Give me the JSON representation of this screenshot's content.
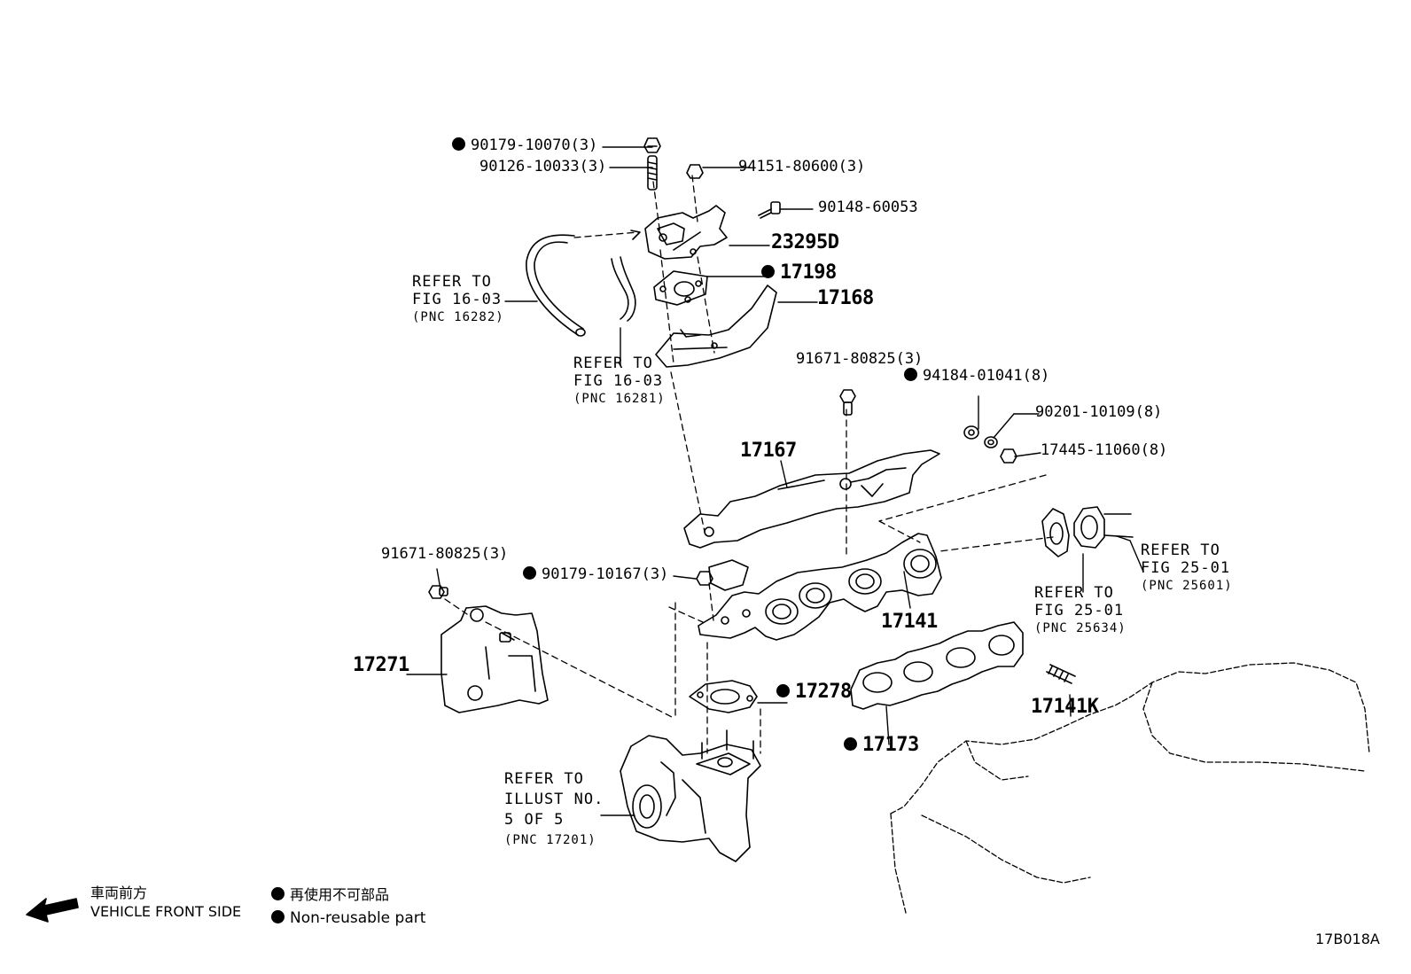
{
  "parts": {
    "p90179_10070": "90179-10070(3)",
    "p90126_10033": "90126-10033(3)",
    "p94151_80600": "94151-80600(3)",
    "p90148_60053": "90148-60053",
    "p23295D": "23295D",
    "p17198": "17198",
    "p17168": "17168",
    "p91671_80825_a": "91671-80825(3)",
    "p94184_01041": "94184-01041(8)",
    "p90201_10109": "90201-10109(8)",
    "p17445_11060": "17445-11060(8)",
    "p17167": "17167",
    "p91671_80825_b": "91671-80825(3)",
    "p90179_10167": "90179-10167(3)",
    "p17271": "17271",
    "p17141": "17141",
    "p17278": "17278",
    "p17141K": "17141K",
    "p17173": "17173"
  },
  "references": {
    "ref_16282": {
      "line1": "REFER TO",
      "line2": "FIG 16-03",
      "line3": "(PNC 16282)"
    },
    "ref_16281": {
      "line1": "REFER TO",
      "line2": "FIG 16-03",
      "line3": "(PNC 16281)"
    },
    "ref_25601": {
      "line1": "REFER TO",
      "line2": "FIG 25-01",
      "line3": "(PNC 25601)"
    },
    "ref_25634": {
      "line1": "REFER TO",
      "line2": "FIG 25-01",
      "line3": "(PNC 25634)"
    },
    "ref_17201": {
      "line1": "REFER TO",
      "line2": "ILLUST NO.",
      "line3": "5 OF 5",
      "line4": "(PNC 17201)"
    }
  },
  "legend": {
    "front_jp": "車両前方",
    "front_en": "VEHICLE FRONT SIDE",
    "nonreuse_jp": "再使用不可部品",
    "nonreuse_en": "Non-reusable part"
  },
  "figure_id": "17B018A"
}
